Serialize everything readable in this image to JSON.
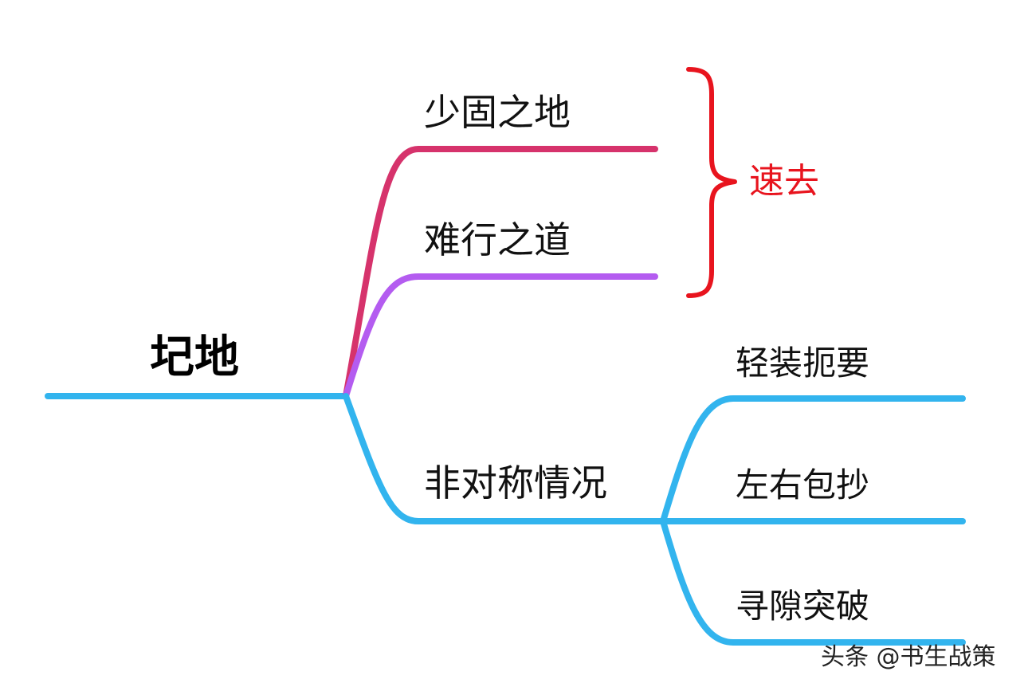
{
  "root": {
    "label": "圮地",
    "color": "#32b4ee"
  },
  "branches": [
    {
      "id": "shaogu",
      "label": "少固之地",
      "color": "#d6336c"
    },
    {
      "id": "nanxing",
      "label": "难行之道",
      "color": "#b45cf0"
    },
    {
      "id": "feiduicheng",
      "label": "非对称情况",
      "color": "#32b4ee"
    }
  ],
  "sub_branches": [
    {
      "label": "轻装扼要",
      "color": "#32b4ee"
    },
    {
      "label": "左右包抄",
      "color": "#32b4ee"
    },
    {
      "label": "寻隙突破",
      "color": "#32b4ee"
    }
  ],
  "bracket_note": {
    "label": "速去",
    "color": "#e8141e"
  },
  "watermark": "头条 @书生战策"
}
